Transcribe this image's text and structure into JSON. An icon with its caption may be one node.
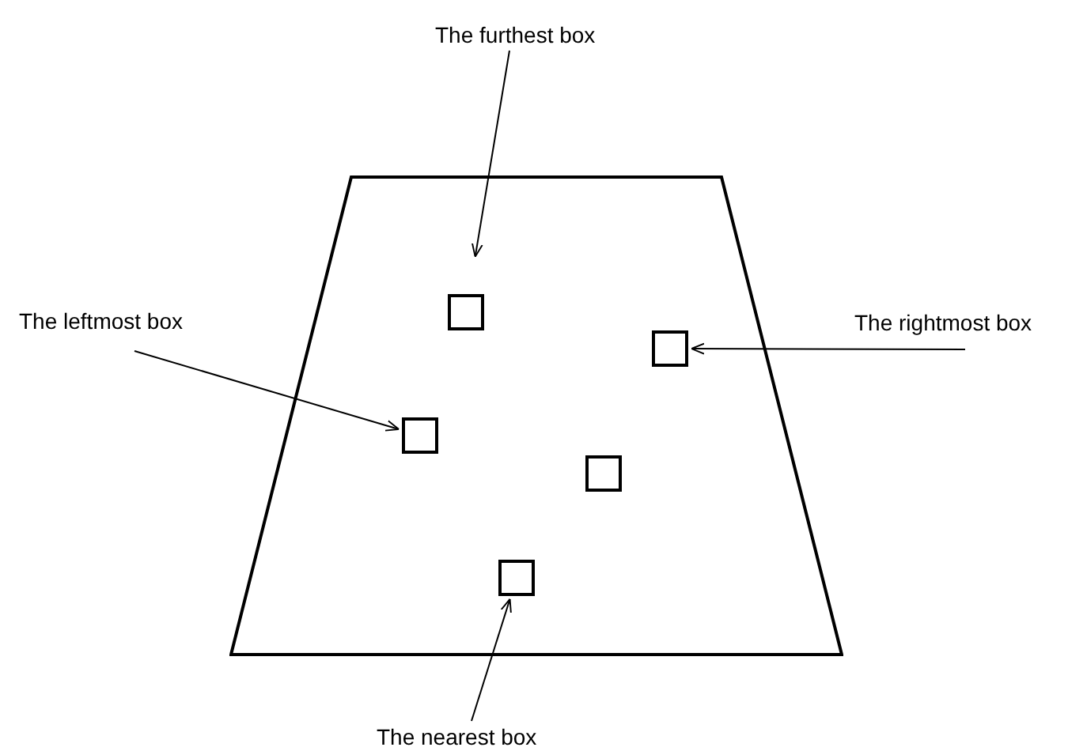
{
  "diagram": {
    "nodes": [
      {
        "text": [
          "The furthest box"
        ]
      },
      {
        "text": [
          "The leftmost box"
        ]
      },
      {
        "text": [
          "The rightmost box"
        ]
      },
      {
        "text": [
          "The nearest box"
        ]
      },
      {
        "text": [],
        "shape": "trapezoid"
      },
      {
        "text": [],
        "shape": "box",
        "in": 4
      },
      {
        "text": [],
        "shape": "box",
        "in": 4
      },
      {
        "text": [],
        "shape": "box",
        "in": 4
      },
      {
        "text": [],
        "shape": "box",
        "in": 4
      },
      {
        "text": [],
        "shape": "box",
        "in": 4
      }
    ],
    "edges": [
      {
        "from": 0,
        "to": 5,
        "arrow": "to"
      },
      {
        "from": 1,
        "to": 7,
        "arrow": "to"
      },
      {
        "from": 2,
        "to": 6,
        "arrow": "to"
      },
      {
        "from": 3,
        "to": 9,
        "arrow": "to"
      }
    ]
  }
}
